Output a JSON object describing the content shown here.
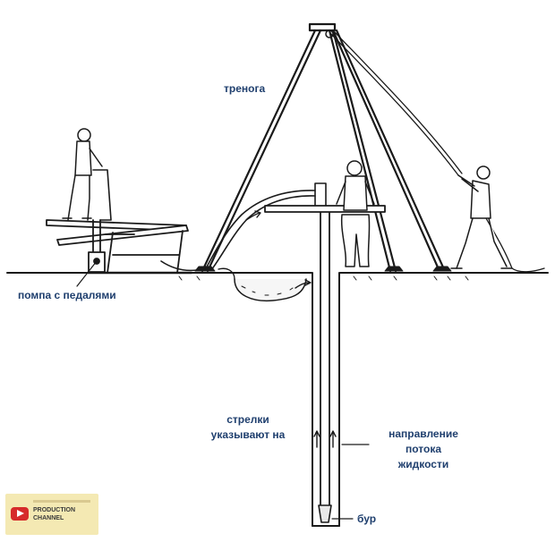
{
  "labels": {
    "tripod": "тренога",
    "pump": "помпа с педалями",
    "arrows_line1": "стрелки",
    "arrows_line2": "указывают на",
    "flow_line1": "направление",
    "flow_line2": "потока",
    "flow_line3": "жидкости",
    "drill": "бур"
  },
  "watermark": {
    "line1": "PRODUCTION",
    "line2": "CHANNEL",
    "icon": "play-icon"
  },
  "colors": {
    "ink": "#1a1a1a",
    "label": "#1f3f6e",
    "logo_bg": "#f4e9b3",
    "logo_red": "#d62b2b"
  }
}
